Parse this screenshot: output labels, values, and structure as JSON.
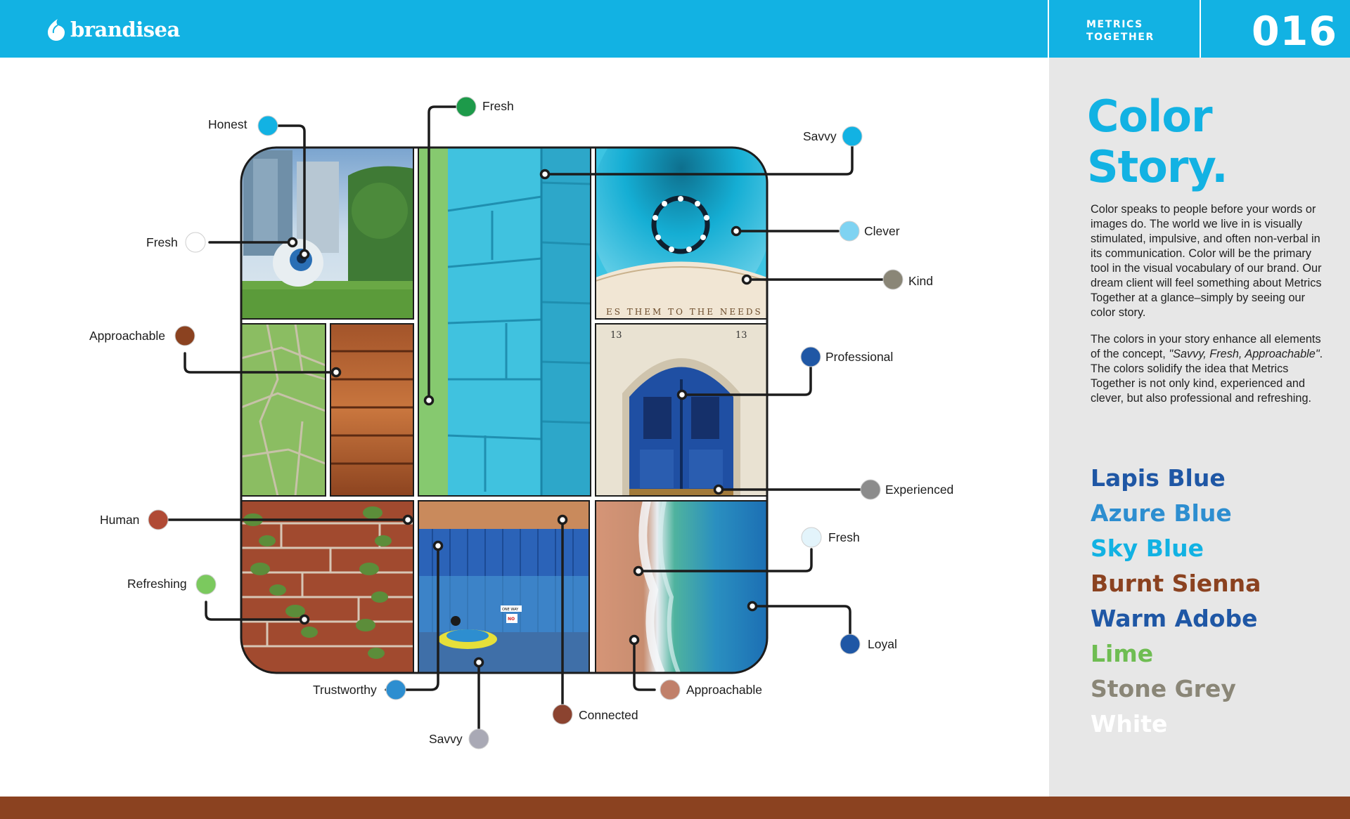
{
  "header": {
    "brand": "brandisea",
    "client_line1": "METRICS",
    "client_line2": "TOGETHER",
    "page_number": "016"
  },
  "sidebar": {
    "title_line1": "Color",
    "title_line2": "Story.",
    "paragraph1": "Color speaks to people before your words or images do. The world we live in is visually stimulated, impulsive, and often non-verbal in its communication. Color will be the primary tool in the visual vocabulary of our brand. Our dream client will feel something about Metrics Together at a glance–simply by seeing our color story.",
    "paragraph2_before": "The colors in your story enhance all elements of the concept, ",
    "paragraph2_quote": "\"Savvy, Fresh, Approachable\"",
    "paragraph2_after": ". The colors solidify the idea that Metrics Together is not only kind, experienced and clever, but also professional and refreshing.",
    "palette": [
      {
        "name": "Lapis Blue",
        "color": "#1f57a5"
      },
      {
        "name": "Azure Blue",
        "color": "#2d8ed0"
      },
      {
        "name": "Sky Blue",
        "color": "#12b2e3"
      },
      {
        "name": "Burnt Sienna",
        "color": "#8b4220"
      },
      {
        "name": "Warm Adobe",
        "color": "#1f57a5"
      },
      {
        "name": "Lime",
        "color": "#6fbd52"
      },
      {
        "name": "Stone Grey",
        "color": "#8a8677"
      },
      {
        "name": "White",
        "color": "#ffffff"
      }
    ]
  },
  "swatches": [
    {
      "label": "Honest",
      "color": "#12b2e3"
    },
    {
      "label": "Fresh",
      "color": "#1d9a4a"
    },
    {
      "label": "Savvy",
      "color": "#12b2e3"
    },
    {
      "label": "Fresh",
      "color": "#ffffff"
    },
    {
      "label": "Clever",
      "color": "#7fd3f2"
    },
    {
      "label": "Kind",
      "color": "#8a8677"
    },
    {
      "label": "Approachable",
      "color": "#8b4220"
    },
    {
      "label": "Professional",
      "color": "#1f57a5"
    },
    {
      "label": "Experienced",
      "color": "#8c8c8c"
    },
    {
      "label": "Human",
      "color": "#b04a35"
    },
    {
      "label": "Fresh",
      "color": "#e3f4fb"
    },
    {
      "label": "Refreshing",
      "color": "#7bc95e"
    },
    {
      "label": "Loyal",
      "color": "#1f57a5"
    },
    {
      "label": "Trustworthy",
      "color": "#2d8ed0"
    },
    {
      "label": "Approachable",
      "color": "#c0806a"
    },
    {
      "label": "Connected",
      "color": "#8b4330"
    },
    {
      "label": "Savvy",
      "color": "#a9a9b5"
    }
  ],
  "photos": [
    {
      "name": "photo-eye-sculpture",
      "icon": "photo"
    },
    {
      "name": "photo-blue-brick-wall",
      "icon": "photo"
    },
    {
      "name": "photo-blue-dome-chandelier",
      "icon": "photo",
      "caption": "ES THEM TO THE NEEDS"
    },
    {
      "name": "photo-green-tiles",
      "icon": "photo"
    },
    {
      "name": "photo-wood-logs",
      "icon": "photo"
    },
    {
      "name": "photo-blue-door",
      "icon": "photo",
      "caption": "13"
    },
    {
      "name": "photo-red-brick-ivy",
      "icon": "photo"
    },
    {
      "name": "photo-bumper-car",
      "icon": "photo",
      "sign1": "ONE WAY",
      "sign2": "NO"
    },
    {
      "name": "photo-aerial-beach",
      "icon": "photo"
    }
  ]
}
